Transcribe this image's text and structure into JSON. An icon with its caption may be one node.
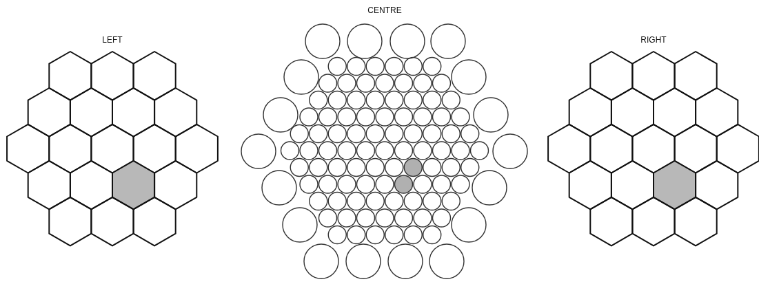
{
  "diagram": {
    "labels": [
      "LEFT",
      "CENTRE",
      "RIGHT"
    ]
  }
}
